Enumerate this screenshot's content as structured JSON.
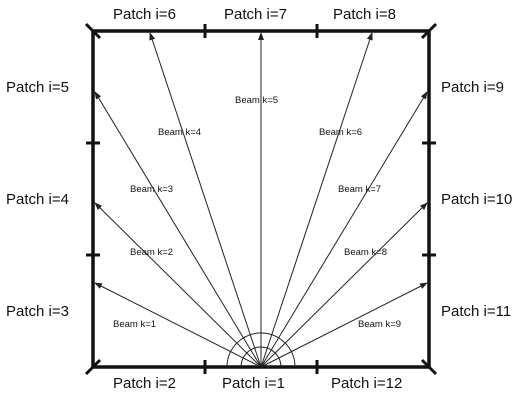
{
  "patches": [
    {
      "id": "p1",
      "label": "Patch i=1"
    },
    {
      "id": "p2",
      "label": "Patch i=2"
    },
    {
      "id": "p3",
      "label": "Patch i=3"
    },
    {
      "id": "p4",
      "label": "Patch i=4"
    },
    {
      "id": "p5",
      "label": "Patch i=5"
    },
    {
      "id": "p6",
      "label": "Patch i=6"
    },
    {
      "id": "p7",
      "label": "Patch i=7"
    },
    {
      "id": "p8",
      "label": "Patch i=8"
    },
    {
      "id": "p9",
      "label": "Patch i=9"
    },
    {
      "id": "p10",
      "label": "Patch i=10"
    },
    {
      "id": "p11",
      "label": "Patch i=11"
    },
    {
      "id": "p12",
      "label": "Patch i=12"
    }
  ],
  "beams": [
    {
      "id": "b1",
      "label": "Beam k=1"
    },
    {
      "id": "b2",
      "label": "Beam k=2"
    },
    {
      "id": "b3",
      "label": "Beam k=3"
    },
    {
      "id": "b4",
      "label": "Beam k=4"
    },
    {
      "id": "b5",
      "label": "Beam k=5"
    },
    {
      "id": "b6",
      "label": "Beam k=6"
    },
    {
      "id": "b7",
      "label": "Beam k=7"
    },
    {
      "id": "b8",
      "label": "Beam k=8"
    },
    {
      "id": "b9",
      "label": "Beam k=9"
    }
  ]
}
